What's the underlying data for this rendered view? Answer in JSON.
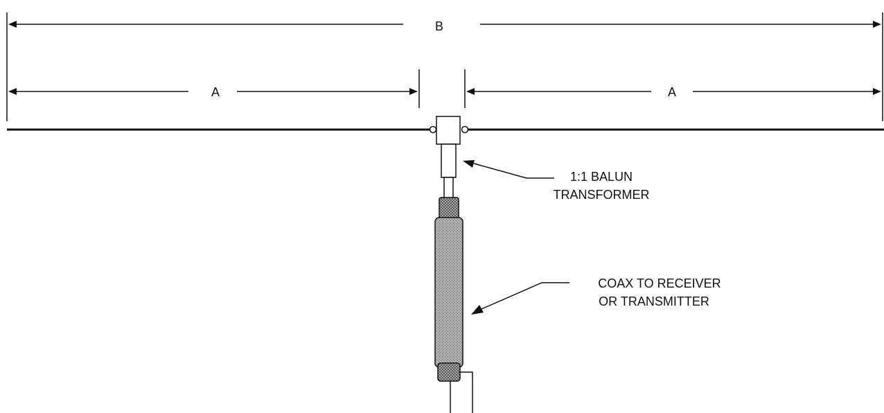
{
  "dimensions": {
    "overall_label": "B",
    "left_half_label": "A",
    "right_half_label": "A"
  },
  "callouts": {
    "balun_line1": "1:1 BALUN",
    "balun_line2": "TRANSFORMER",
    "coax_line1": "COAX TO RECEIVER",
    "coax_line2": "OR TRANSMITTER"
  },
  "colors": {
    "ink": "#111111",
    "background": "#ffffff"
  }
}
